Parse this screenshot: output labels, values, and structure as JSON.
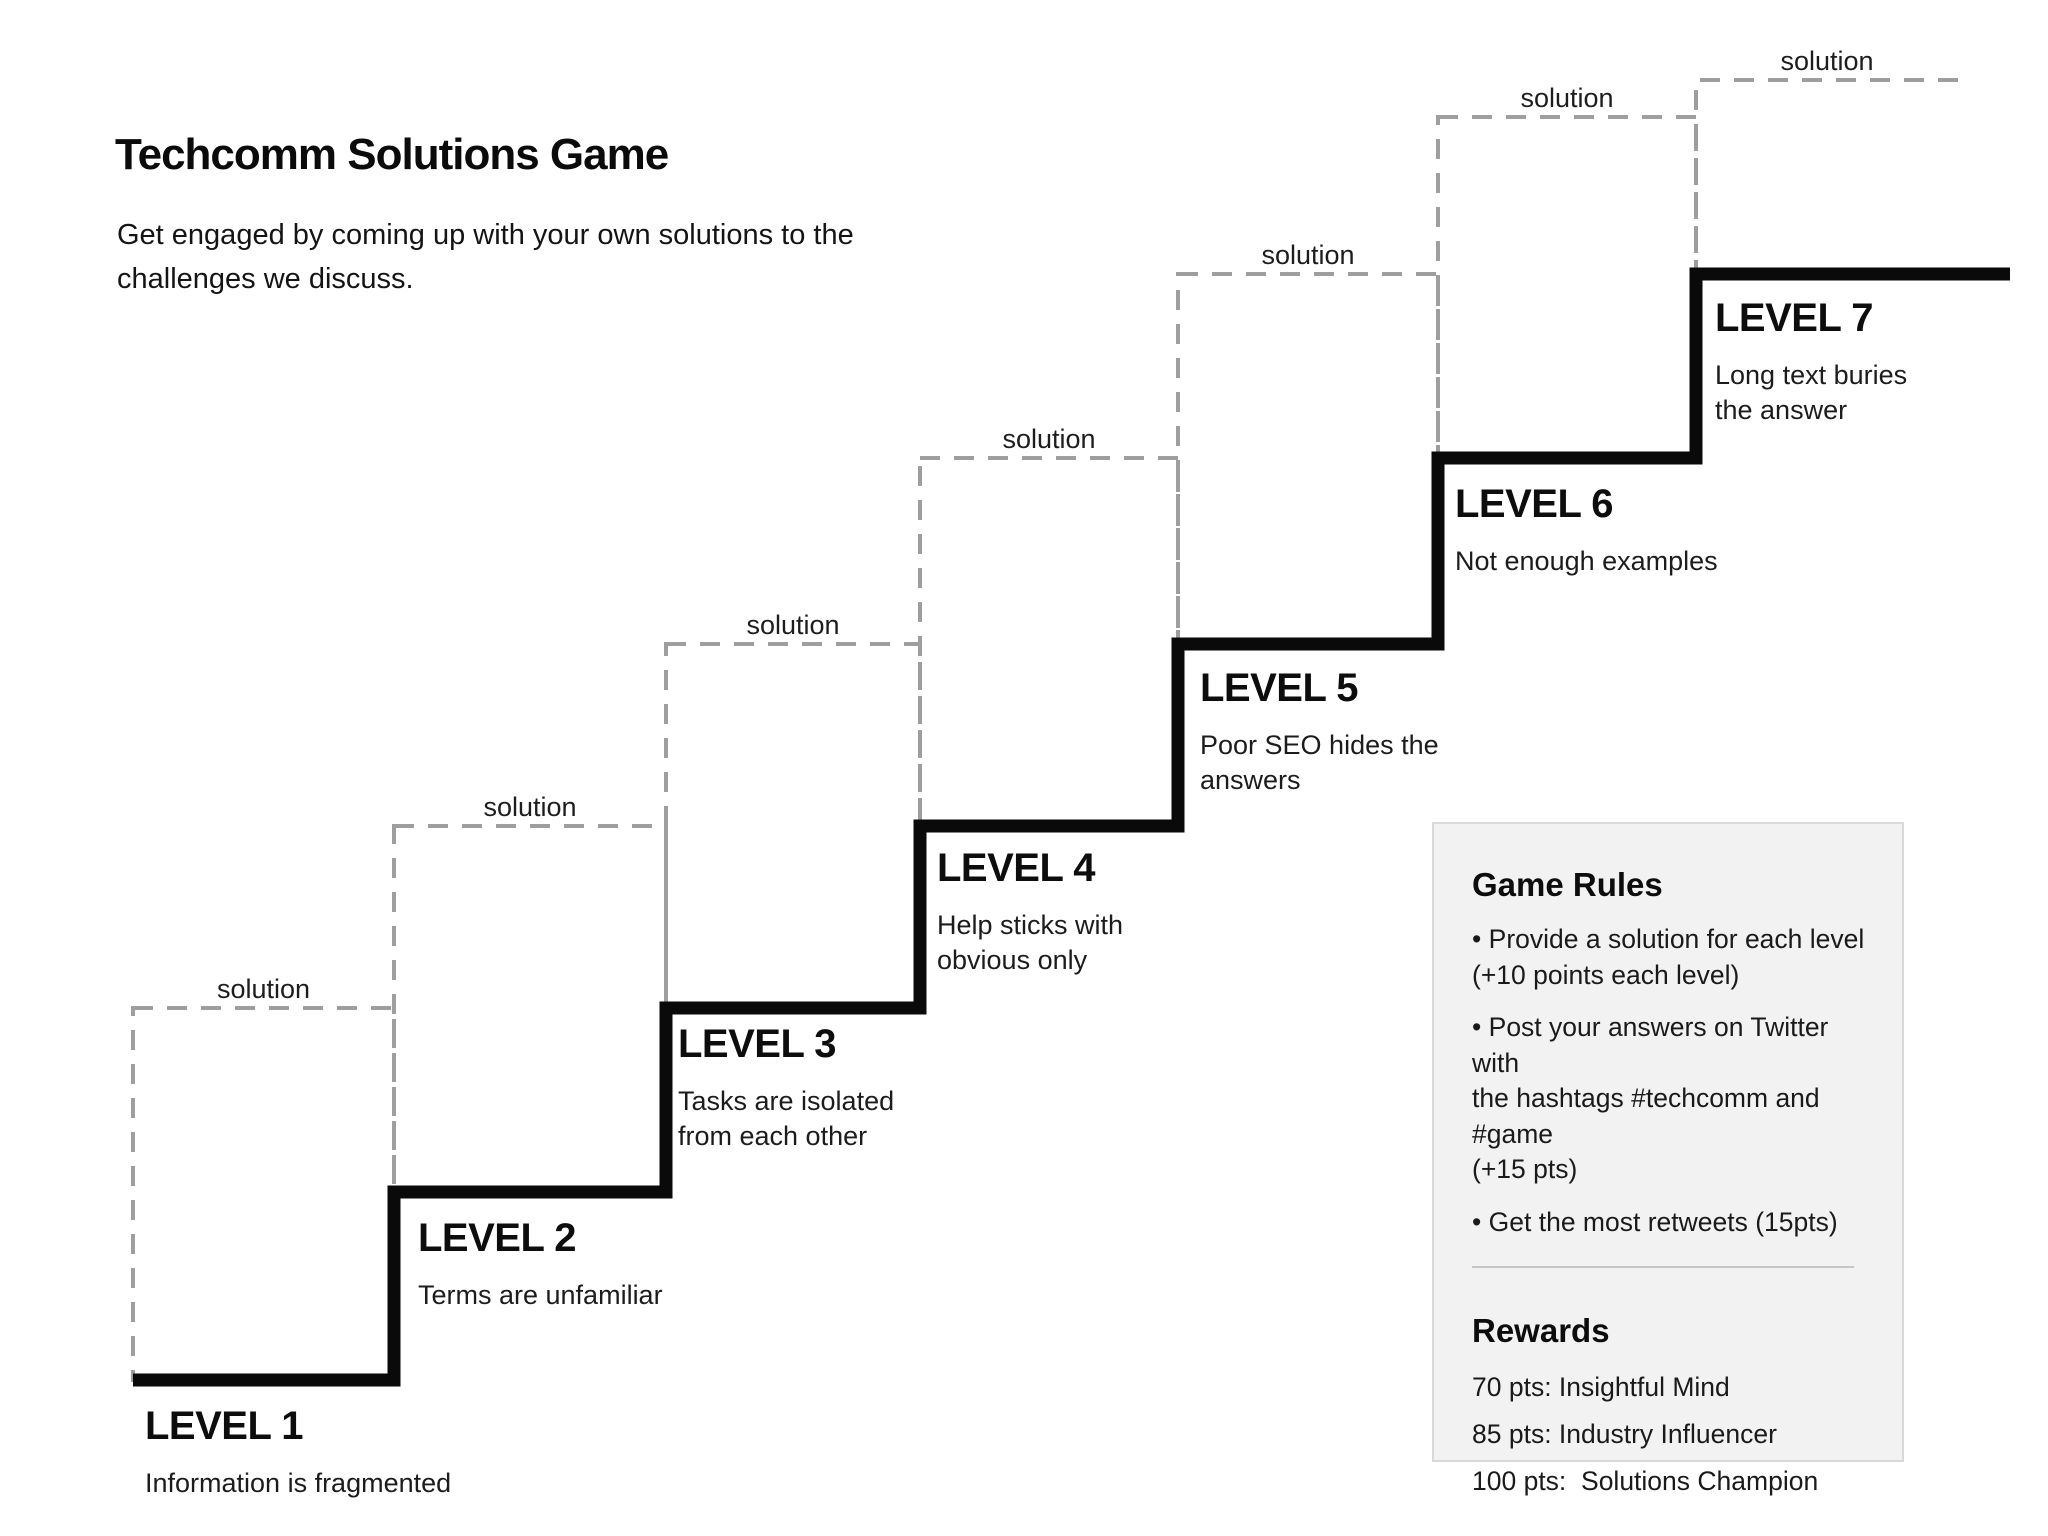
{
  "header": {
    "title": "Techcomm Solutions Game",
    "subtitle": "Get engaged by coming up with your own solutions to the\nchallenges we discuss."
  },
  "levels": [
    {
      "name": "LEVEL 1",
      "challenge": "Information is fragmented",
      "solution_label": "solution"
    },
    {
      "name": "LEVEL 2",
      "challenge": "Terms are unfamiliar",
      "solution_label": "solution"
    },
    {
      "name": "LEVEL 3",
      "challenge": "Tasks are isolated\nfrom each other",
      "solution_label": "solution"
    },
    {
      "name": "LEVEL 4",
      "challenge": "Help sticks with\nobvious only",
      "solution_label": "solution"
    },
    {
      "name": "LEVEL 5",
      "challenge": "Poor SEO hides the\nanswers",
      "solution_label": "solution"
    },
    {
      "name": "LEVEL 6",
      "challenge": "Not enough examples",
      "solution_label": "solution"
    },
    {
      "name": "LEVEL 7",
      "challenge": "Long text buries\nthe answer",
      "solution_label": "solution"
    }
  ],
  "rules_panel": {
    "rules_heading": "Game Rules",
    "rules": [
      "• Provide a solution for each level\n(+10 points each level)",
      "• Post your answers on Twitter with\nthe hashtags #techcomm and #game\n(+15 pts)",
      "• Get the most retweets (15pts)"
    ],
    "rewards_heading": "Rewards",
    "rewards": [
      "70 pts: Insightful Mind",
      "85 pts: Industry Influencer",
      "100 pts:  Solutions Champion"
    ]
  },
  "colors": {
    "staircase_line": "#0a0a0a",
    "solution_box_dash": "#9e9e9e",
    "panel_background": "#f2f2f2",
    "panel_border": "#d9d9d9",
    "text": "#111111"
  }
}
